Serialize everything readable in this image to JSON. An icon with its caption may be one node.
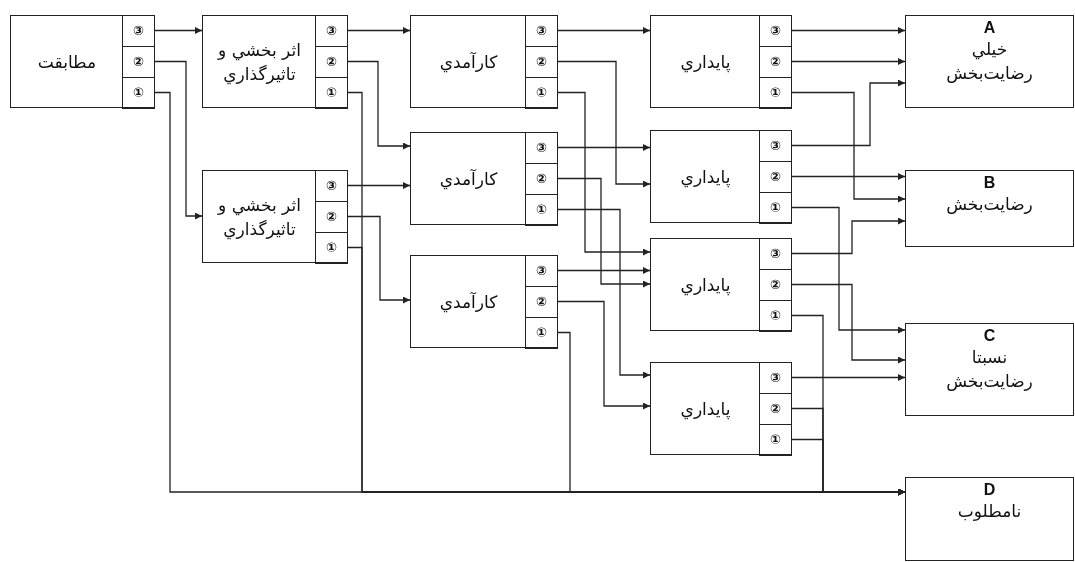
{
  "diagram": {
    "nodes": [
      {
        "text": [
          "مطابقت"
        ]
      },
      {
        "text": [
          "③"
        ],
        "in": 0
      },
      {
        "text": [
          "②"
        ],
        "in": 0
      },
      {
        "text": [
          "①"
        ],
        "in": 0
      },
      {
        "text": [
          "اثر بخشي و تاثيرگذاري"
        ]
      },
      {
        "text": [
          "③"
        ],
        "in": 4
      },
      {
        "text": [
          "②"
        ],
        "in": 4
      },
      {
        "text": [
          "①"
        ],
        "in": 4
      },
      {
        "text": [
          "اثر بخشي و تاثيرگذاري"
        ]
      },
      {
        "text": [
          "③"
        ],
        "in": 8
      },
      {
        "text": [
          "②"
        ],
        "in": 8
      },
      {
        "text": [
          "①"
        ],
        "in": 8
      },
      {
        "text": [
          "کارآمدي"
        ]
      },
      {
        "text": [
          "③"
        ],
        "in": 12
      },
      {
        "text": [
          "②"
        ],
        "in": 12
      },
      {
        "text": [
          "①"
        ],
        "in": 12
      },
      {
        "text": [
          "کارآمدي"
        ]
      },
      {
        "text": [
          "③"
        ],
        "in": 16
      },
      {
        "text": [
          "②"
        ],
        "in": 16
      },
      {
        "text": [
          "①"
        ],
        "in": 16
      },
      {
        "text": [
          "کارآمدي"
        ]
      },
      {
        "text": [
          "③"
        ],
        "in": 20
      },
      {
        "text": [
          "②"
        ],
        "in": 20
      },
      {
        "text": [
          "①"
        ],
        "in": 20
      },
      {
        "text": [
          "پايداري"
        ]
      },
      {
        "text": [
          "③"
        ],
        "in": 24
      },
      {
        "text": [
          "②"
        ],
        "in": 24
      },
      {
        "text": [
          "①"
        ],
        "in": 24
      },
      {
        "text": [
          "پايداري"
        ]
      },
      {
        "text": [
          "③"
        ],
        "in": 28
      },
      {
        "text": [
          "②"
        ],
        "in": 28
      },
      {
        "text": [
          "①"
        ],
        "in": 28
      },
      {
        "text": [
          "پايداري"
        ]
      },
      {
        "text": [
          "③"
        ],
        "in": 32
      },
      {
        "text": [
          "②"
        ],
        "in": 32
      },
      {
        "text": [
          "①"
        ],
        "in": 32
      },
      {
        "text": [
          "پايداري"
        ]
      },
      {
        "text": [
          "③"
        ],
        "in": 36
      },
      {
        "text": [
          "②"
        ],
        "in": 36
      },
      {
        "text": [
          "①"
        ],
        "in": 36
      },
      {
        "text": [
          "A",
          "خيلي رضايت‌بخش"
        ]
      },
      {
        "text": [
          "B",
          "رضايت‌بخش"
        ]
      },
      {
        "text": [
          "C",
          "نسبتا رضايت‌بخش"
        ]
      },
      {
        "text": [
          "D",
          "نامطلوب"
        ]
      }
    ],
    "edges": [
      {
        "from": 1,
        "to": 4,
        "arrow": "to"
      },
      {
        "from": 2,
        "to": 8,
        "arrow": "to"
      },
      {
        "from": 3,
        "to": 43,
        "arrow": "to"
      },
      {
        "from": 5,
        "to": 12,
        "arrow": "to"
      },
      {
        "from": 6,
        "to": 16,
        "arrow": "to"
      },
      {
        "from": 7,
        "to": 43,
        "arrow": "to"
      },
      {
        "from": 9,
        "to": 16,
        "arrow": "to"
      },
      {
        "from": 10,
        "to": 20,
        "arrow": "to"
      },
      {
        "from": 11,
        "to": 43,
        "arrow": "to"
      },
      {
        "from": 13,
        "to": 24,
        "arrow": "to"
      },
      {
        "from": 14,
        "to": 28,
        "arrow": "to"
      },
      {
        "from": 15,
        "to": 32,
        "arrow": "to"
      },
      {
        "from": 17,
        "to": 28,
        "arrow": "to"
      },
      {
        "from": 18,
        "to": 32,
        "arrow": "to"
      },
      {
        "from": 19,
        "to": 36,
        "arrow": "to"
      },
      {
        "from": 21,
        "to": 32,
        "arrow": "to"
      },
      {
        "from": 22,
        "to": 36,
        "arrow": "to"
      },
      {
        "from": 23,
        "to": 43,
        "arrow": "to"
      },
      {
        "from": 25,
        "to": 40,
        "arrow": "to"
      },
      {
        "from": 26,
        "to": 40,
        "arrow": "to"
      },
      {
        "from": 27,
        "to": 41,
        "arrow": "to"
      },
      {
        "from": 29,
        "to": 40,
        "arrow": "to"
      },
      {
        "from": 30,
        "to": 41,
        "arrow": "to"
      },
      {
        "from": 31,
        "to": 42,
        "arrow": "to"
      },
      {
        "from": 33,
        "to": 41,
        "arrow": "to"
      },
      {
        "from": 34,
        "to": 42,
        "arrow": "to"
      },
      {
        "from": 35,
        "to": 43,
        "arrow": "to"
      },
      {
        "from": 37,
        "to": 42,
        "arrow": "to"
      },
      {
        "from": 38,
        "to": 43,
        "arrow": "to"
      },
      {
        "from": 39,
        "to": 43,
        "arrow": "to"
      }
    ]
  }
}
